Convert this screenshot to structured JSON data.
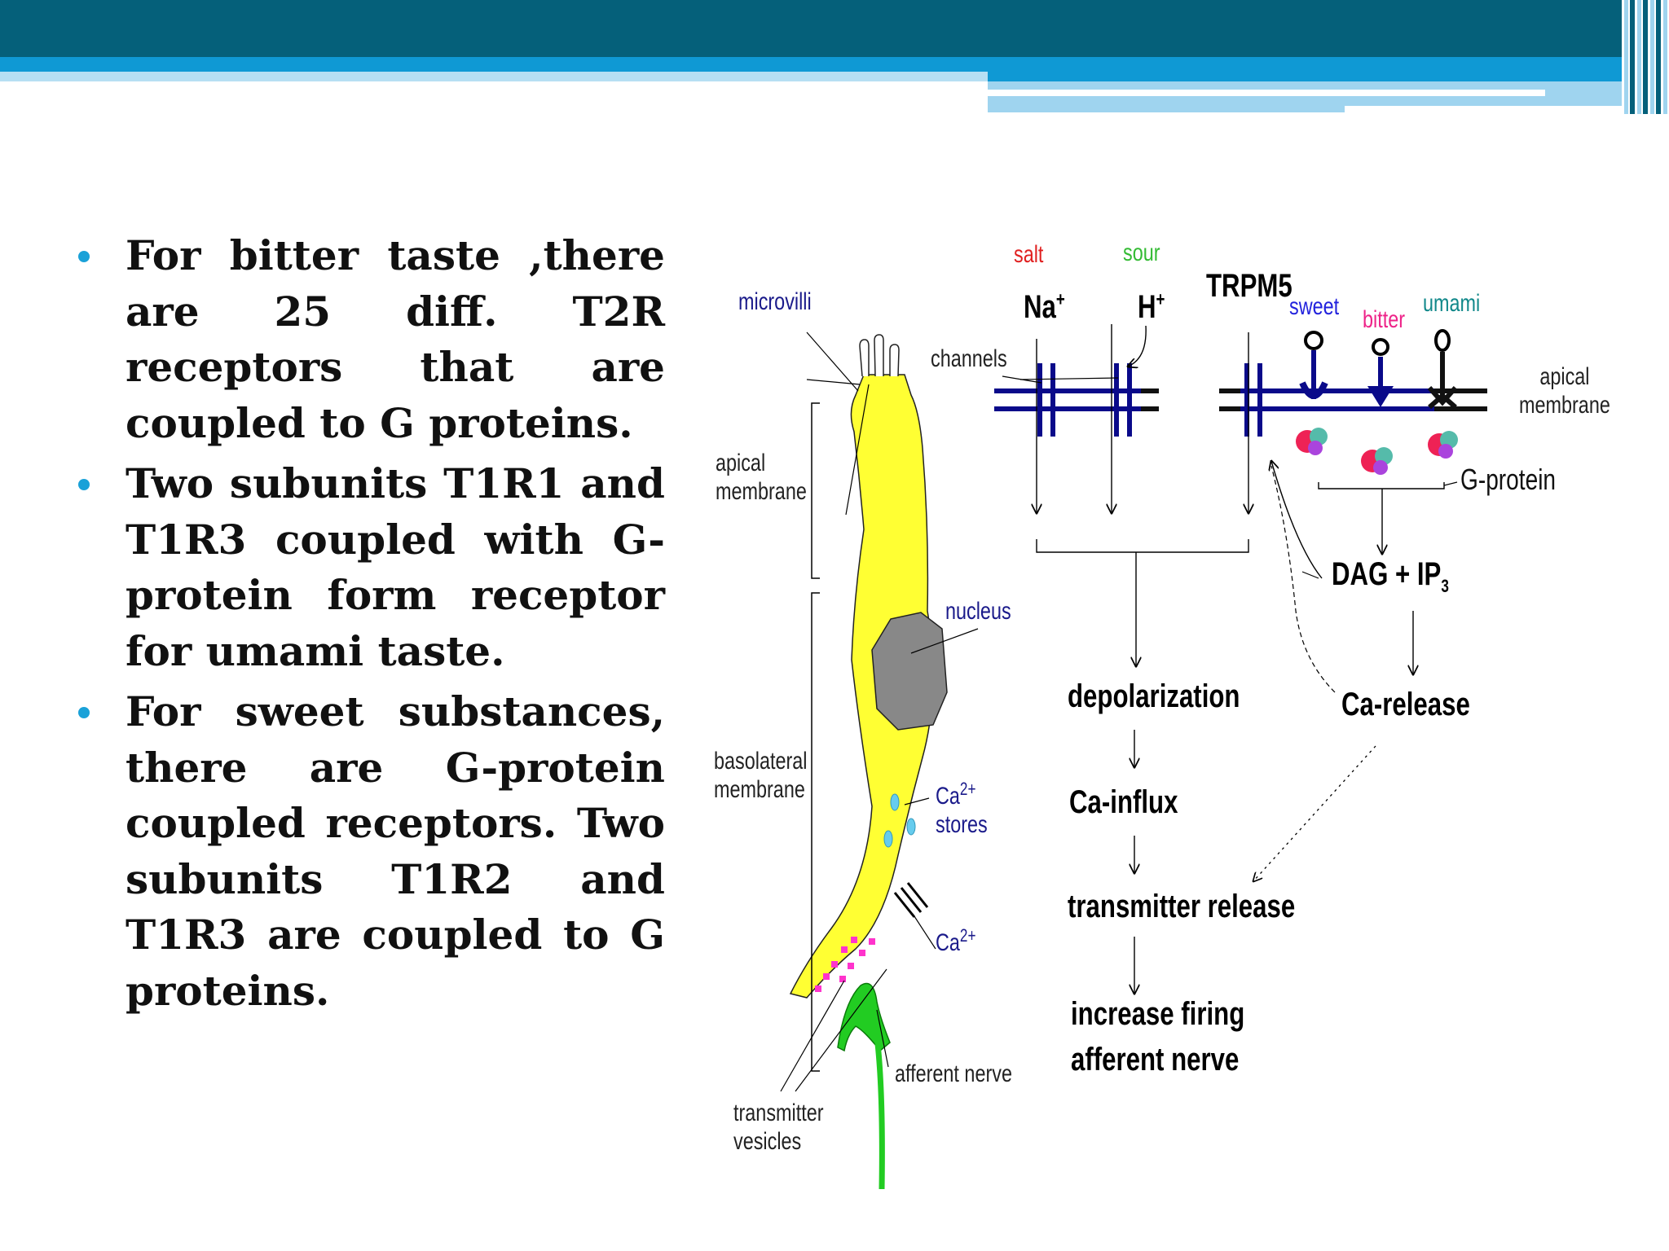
{
  "bullets": [
    {
      "text": "For bitter taste ,there are 25 diff. T2R receptors that are coupled to G proteins."
    },
    {
      "text": "Two subunits T1R1 and T1R3 coupled with G- protein form receptor for umami taste."
    },
    {
      "text": "For sweet substances, there are G-protein coupled receptors. Two subunits T1R2 and T1R3 are coupled to G proteins."
    }
  ],
  "diagram": {
    "taste_labels": {
      "salt": "salt",
      "sour": "sour",
      "sweet": "sweet",
      "bitter": "bitter",
      "umami": "umami"
    },
    "ions": {
      "na": "Na",
      "na_sup": "+",
      "h": "H",
      "h_sup": "+"
    },
    "trpm5": "TRPM5",
    "cell_labels": {
      "microvilli": "microvilli",
      "channels": "channels",
      "apical_membrane_left": "apical\nmembrane",
      "apical_membrane_right": "apical\nmembrane",
      "basolateral_membrane": "basolateral\nmembrane",
      "nucleus": "nucleus",
      "ca_stores_ca": "Ca",
      "ca_stores_sup": "2+",
      "ca_stores_word": "stores",
      "ca_channel_ca": "Ca",
      "ca_channel_sup": "2+",
      "afferent_nerve": "afferent nerve",
      "transmitter_vesicles": "transmitter\nvesicles",
      "g_protein": "G-protein"
    },
    "cascade": {
      "dag": "DAG + IP",
      "dag_sub": "3",
      "depolarization": "depolarization",
      "ca_release": "Ca-release",
      "ca_influx": "Ca-influx",
      "transmitter_release": "transmitter release",
      "increase_firing": "increase firing",
      "afferent_nerve": "afferent nerve"
    },
    "colors": {
      "cell": "#ffff33",
      "nucleus": "#888888",
      "nerve": "#22cc22",
      "membrane": "#0a0a8a",
      "salt_label": "#e02020",
      "sour_label": "#33bb33",
      "sweet_label": "#2222dd",
      "bitter_label": "#ee2288",
      "umami_label": "#11888a",
      "vesicles": "#ff33cc"
    }
  }
}
